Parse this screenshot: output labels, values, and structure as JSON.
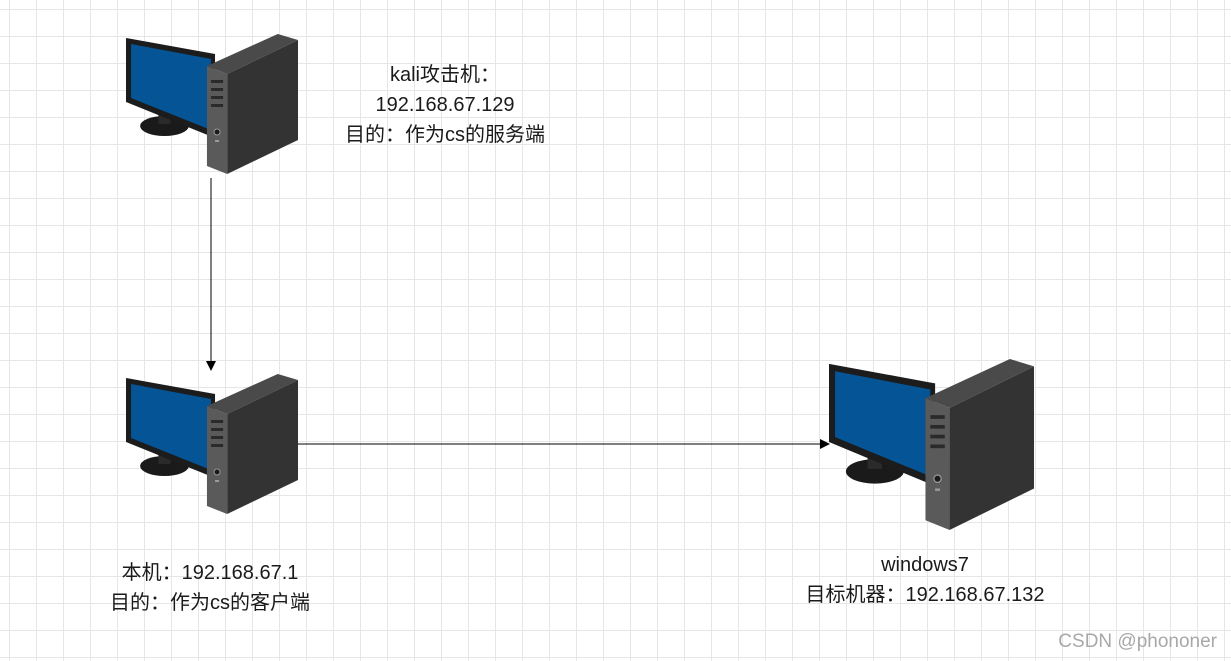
{
  "nodes": {
    "kali": {
      "icon": "desktop-computer-icon",
      "line1": "kali攻击机：",
      "line2": "192.168.67.129",
      "line3": "目的：作为cs的服务端"
    },
    "local": {
      "icon": "desktop-computer-icon",
      "line1": "本机：192.168.67.1",
      "line2": "目的：作为cs的客户端"
    },
    "target": {
      "icon": "desktop-computer-icon",
      "line1": "windows7",
      "line2": "目标机器：192.168.67.132"
    }
  },
  "edges": [
    {
      "from": "kali",
      "to": "local"
    },
    {
      "from": "local",
      "to": "target"
    }
  ],
  "colors": {
    "screen": "#055496",
    "tower": "#3a3a3a",
    "edge": "#000000",
    "grid": "#e6e6e6"
  },
  "watermark": "CSDN @phononer"
}
